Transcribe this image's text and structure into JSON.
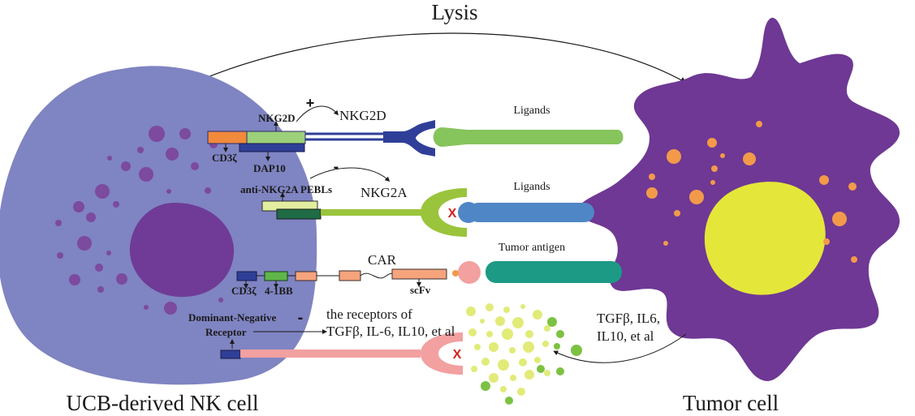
{
  "labels": {
    "lysis": "Lysis",
    "nk_cell": "UCB-derived NK cell",
    "tumor_cell": "Tumor cell",
    "nkg2d_bold": "NKG2D",
    "nkg2d_target": "NKG2D",
    "plus_sign": "+",
    "cd3z_top": "CD3ζ",
    "dap10": "DAP10",
    "ligands_top": "Ligands",
    "minus_sign_mid": "-",
    "anti_nkg2a": "anti-NKG2A PEBLs",
    "nkg2a": "NKG2A",
    "ligands_mid": "Ligands",
    "x_mark_nkg2a": "X",
    "car": "CAR",
    "tumor_antigen": "Tumor antigen",
    "cd3z_car": "CD3ζ",
    "four_1bb": "4-1BB",
    "scfv": "scFv",
    "dnr_line1": "Dominant-Negative",
    "dnr_line2": "Receptor",
    "minus_sign_low": "-",
    "receptors_line1": "the receptors of",
    "receptors_line2": "TGFβ, IL-6, IL10, et al",
    "x_mark_dnr": "X",
    "cytokines_line1": "TGFβ, IL6,",
    "cytokines_line2": "IL10, et al"
  },
  "colors": {
    "nk_cell": "#7f84c2",
    "nk_nucleus": "#6f3b96",
    "granule": "#7c4a9f",
    "tumor_cell": "#6e3894",
    "tumor_nucleus": "#e5e63a",
    "tumor_granule": "#f29a4a",
    "nkg2d_ligand": "#86c45c",
    "nkg2a_ligand": "#4f86c6",
    "tumor_antigen": "#1c9a85",
    "car_segment": "#f5a47c",
    "dnr_receptor": "#f2a0a0",
    "receptor_blue": "#2f3f98",
    "pebl_green": "#9ac43c",
    "cytokine_yellow": "#e1eb78",
    "cytokine_green": "#7cc242",
    "x_red": "#d4231f"
  }
}
